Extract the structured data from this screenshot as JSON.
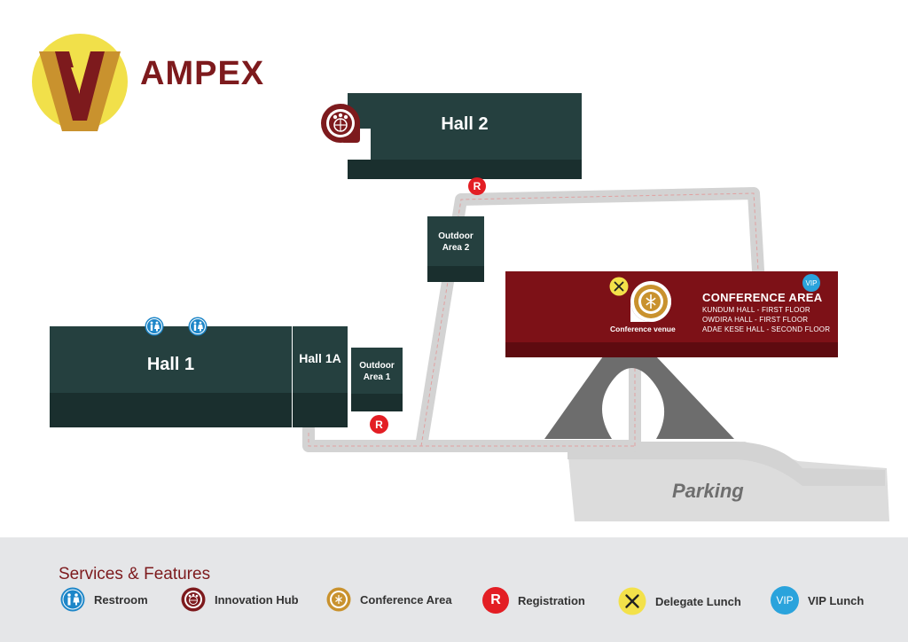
{
  "logo": {
    "text": "AMPEX"
  },
  "halls": {
    "hall2": "Hall 2",
    "hall1": "Hall 1",
    "hall1a": "Hall 1A",
    "outdoor1_line1": "Outdoor",
    "outdoor1_line2": "Area 1",
    "outdoor2_line1": "Outdoor",
    "outdoor2_line2": "Area 2"
  },
  "conference": {
    "title": "CONFERENCE AREA",
    "floors": [
      "KUNDUM HALL - FIRST FLOOR",
      "OWDIRA HALL - FIRST FLOOR",
      "ADAE KESE HALL - SECOND FLOOR"
    ],
    "venue_label": "Conference venue",
    "vip_badge": "VIP"
  },
  "markers": {
    "registration": "R"
  },
  "parking": "Parking",
  "legend": {
    "title": "Services & Features",
    "items": [
      {
        "label": "Restroom",
        "icon": "restroom-icon"
      },
      {
        "label": "Innovation Hub",
        "icon": "innovation-hub-icon"
      },
      {
        "label": "Conference Area",
        "icon": "conference-area-icon"
      },
      {
        "label": "Registration",
        "icon": "registration-icon",
        "glyph": "R"
      },
      {
        "label": "Delegate Lunch",
        "icon": "delegate-lunch-icon"
      },
      {
        "label": "VIP Lunch",
        "icon": "vip-lunch-icon",
        "glyph": "VIP"
      }
    ]
  },
  "colors": {
    "hall": "#25403f",
    "hall_dark": "#1a2f2e",
    "conference": "#7d1117",
    "conference_dark": "#5e0b10",
    "path": "#d6d6d6",
    "registration": "#e31e24",
    "restroom": "#1d86c8",
    "lunch": "#f3e14a",
    "vip": "#2aa3dc",
    "gold": "#c9922e",
    "brand": "#7d1a1d"
  }
}
